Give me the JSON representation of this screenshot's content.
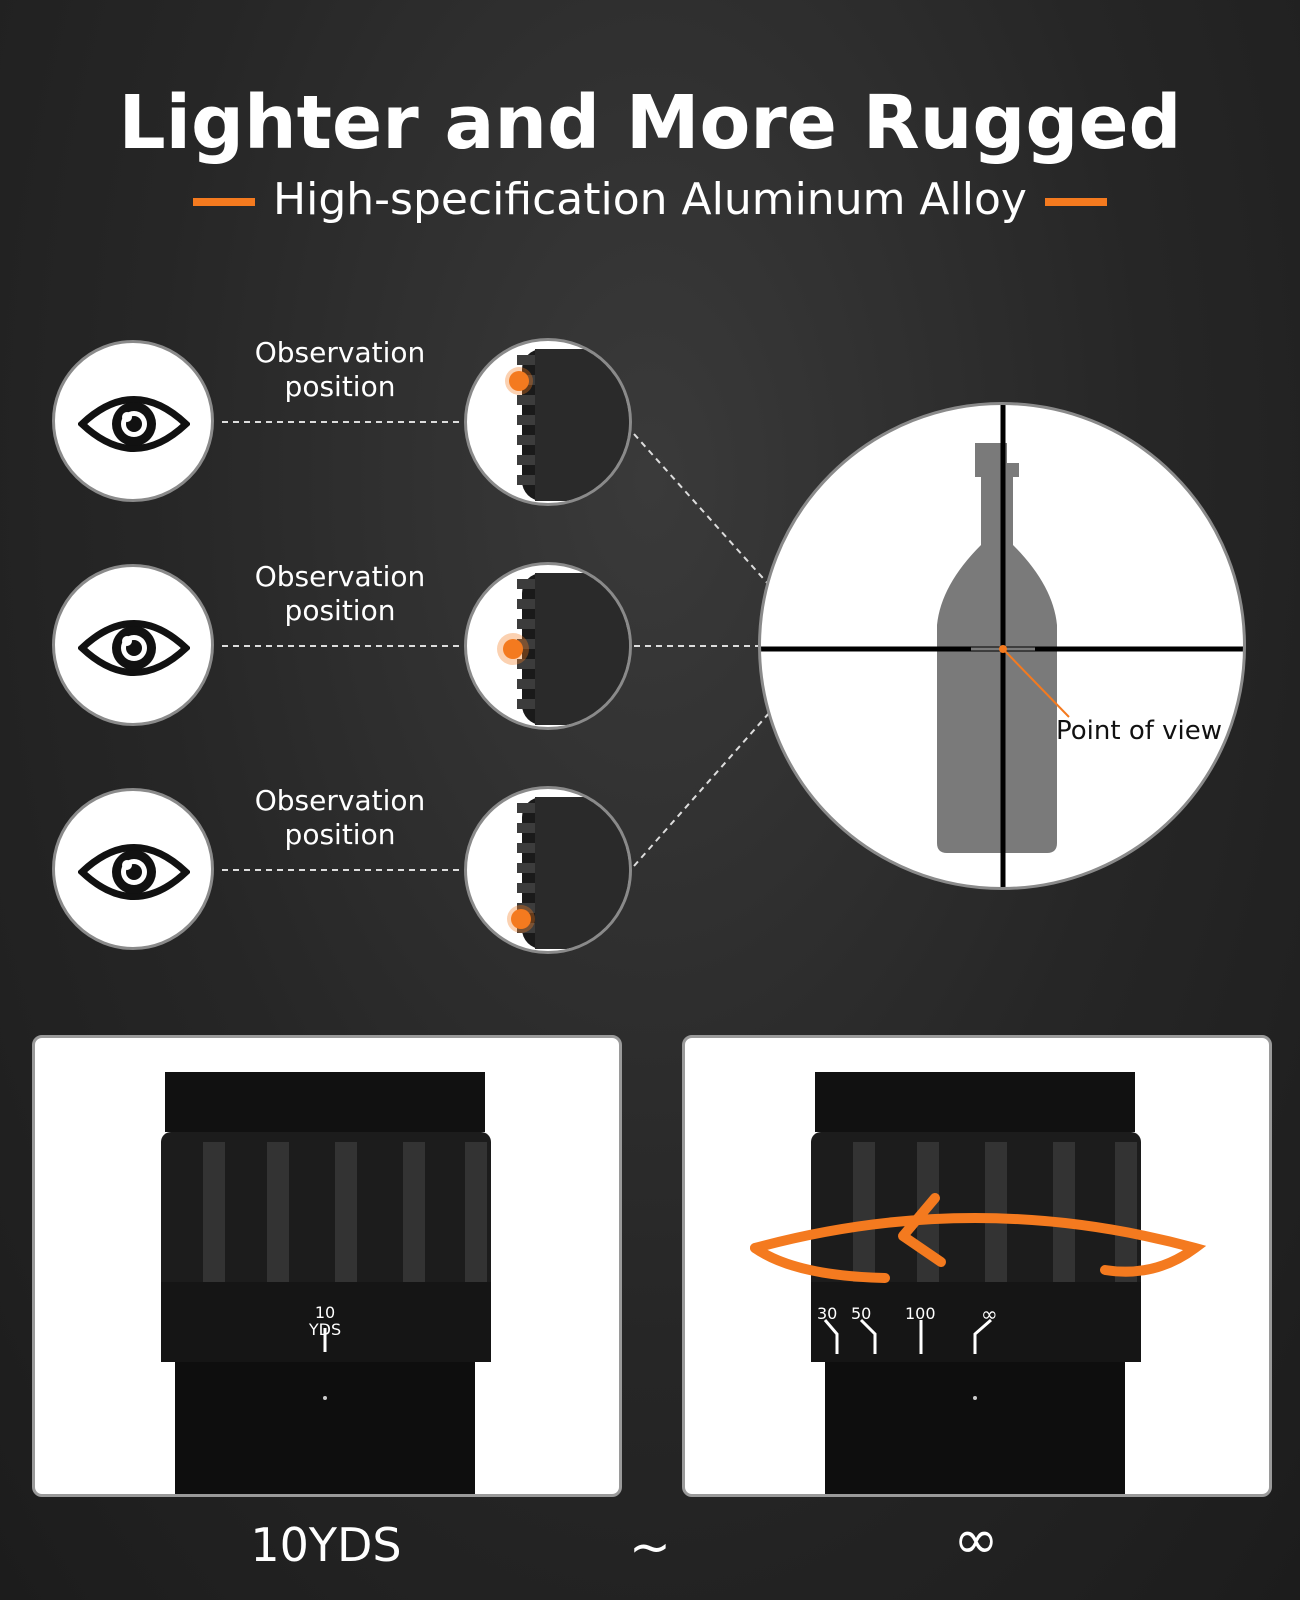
{
  "header": {
    "title": "Lighter and More Rugged",
    "subtitle": "High-specification Aluminum Alloy"
  },
  "observation": {
    "items": [
      {
        "label_line1": "Observation",
        "label_line2": "position"
      },
      {
        "label_line1": "Observation",
        "label_line2": "position"
      },
      {
        "label_line1": "Observation",
        "label_line2": "position"
      }
    ]
  },
  "reticle": {
    "point_label": "Point of view"
  },
  "focus": {
    "left_dial": {
      "num": "10",
      "unit": "YDS"
    },
    "right_dial": {
      "marks": [
        "30",
        "50",
        "100",
        "∞"
      ]
    },
    "range_start": "10YDS",
    "range_sep": "~",
    "range_end": "∞"
  },
  "colors": {
    "accent": "#f47a1f",
    "background": "#262626"
  }
}
